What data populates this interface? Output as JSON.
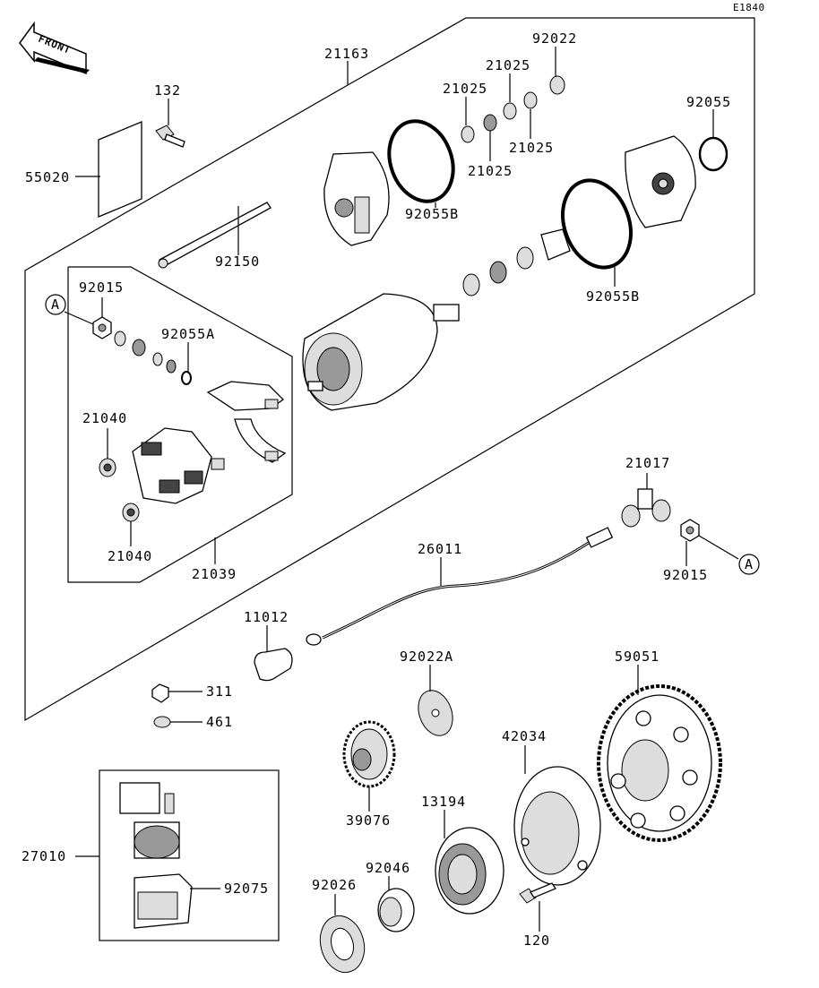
{
  "diagram_code": "E1840",
  "front_label": "FRONT",
  "ref_marker": "A",
  "labels": {
    "p21163": "21163",
    "p132": "132",
    "p92022": "92022",
    "p21025_a": "21025",
    "p21025_b": "21025",
    "p21025_c": "21025",
    "p21025_d": "21025",
    "p92055": "92055",
    "p55020": "55020",
    "p92055B_top": "92055B",
    "p92150": "92150",
    "p92015_left": "92015",
    "p92055B_right": "92055B",
    "p92055A": "92055A",
    "p21040_top": "21040",
    "p21040_bottom": "21040",
    "p21039": "21039",
    "p21017": "21017",
    "p26011": "26011",
    "p92015_right": "92015",
    "p11012": "11012",
    "p92022A": "92022A",
    "p59051": "59051",
    "p311": "311",
    "p461": "461",
    "p42034": "42034",
    "p13194": "13194",
    "p39076": "39076",
    "p27010": "27010",
    "p92075": "92075",
    "p92046": "92046",
    "p92026": "92026",
    "p120": "120"
  }
}
